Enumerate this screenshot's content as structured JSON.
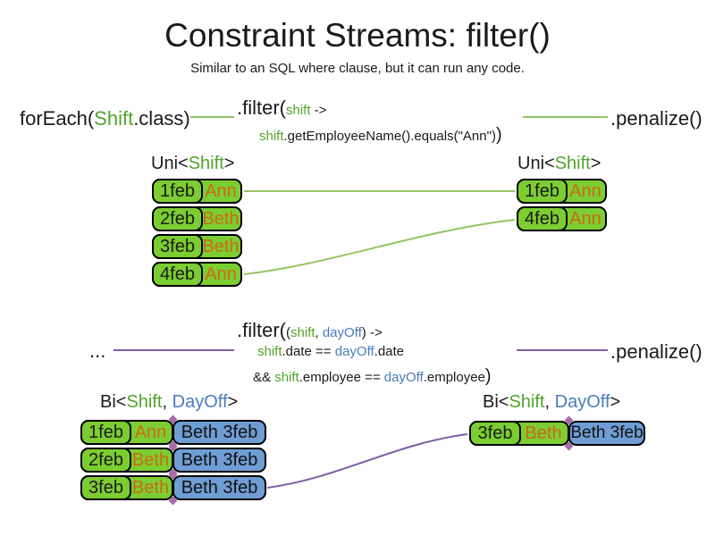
{
  "colors": {
    "text": "#1a1a1a",
    "green_fill": "#7ccd31",
    "green_text": "#52a32a",
    "green_line": "#94c464",
    "orange_text": "#cc6914",
    "blue_text": "#4b7bbd",
    "blue_fill": "#6f9dd4",
    "purple_line": "#7d5fa6",
    "diamond": "#a86ca8"
  },
  "title": "Constraint Streams: filter()",
  "subtitle": "Similar to an SQL where clause, but it can run any code.",
  "section1": {
    "foreach_pre": "forEach(",
    "foreach_type": "Shift",
    "foreach_post": ".class)",
    "filter_method": ".filter(",
    "filter_param": "shift",
    "filter_arrow": " ->",
    "body_var": "shift",
    "body_rest": ".getEmployeeName().equals(\"Ann\")",
    "body_close": ")",
    "penalize": ".penalize()",
    "left_label_pre": "Uni<",
    "left_label_type": "Shift",
    "left_label_post": ">",
    "right_label_pre": "Uni<",
    "right_label_type": "Shift",
    "right_label_post": ">",
    "left_rows": [
      {
        "date": "1feb",
        "name": "Ann"
      },
      {
        "date": "2feb",
        "name": "Beth"
      },
      {
        "date": "3feb",
        "name": "Beth"
      },
      {
        "date": "4feb",
        "name": "Ann"
      }
    ],
    "right_rows": [
      {
        "date": "1feb",
        "name": "Ann"
      },
      {
        "date": "4feb",
        "name": "Ann"
      }
    ]
  },
  "section2": {
    "ellipsis": "...",
    "filter_method": ".filter(",
    "paren_open": "(",
    "param1": "shift",
    "comma": ", ",
    "param2": "dayOff",
    "paren_close": ")",
    "arrow": " ->",
    "body1_var1": "shift",
    "body1_mid": ".date == ",
    "body1_var2": "dayOff",
    "body1_end": ".date",
    "body2_pre": "&& ",
    "body2_var1": "shift",
    "body2_mid": ".employee == ",
    "body2_var2": "dayOff",
    "body2_end": ".employee",
    "body2_close": ")",
    "penalize": ".penalize()",
    "left_label_pre": "Bi<",
    "left_label_type1": "Shift",
    "left_label_comma": ", ",
    "left_label_type2": "DayOff",
    "left_label_post": ">",
    "right_label_pre": "Bi<",
    "right_label_type1": "Shift",
    "right_label_comma": ", ",
    "right_label_type2": "DayOff",
    "right_label_post": ">",
    "left_rows": [
      {
        "date": "1feb",
        "name": "Ann",
        "pair": "Beth 3feb"
      },
      {
        "date": "2feb",
        "name": "Beth",
        "pair": "Beth 3feb"
      },
      {
        "date": "3feb",
        "name": "Beth",
        "pair": "Beth 3feb"
      }
    ],
    "right_rows": [
      {
        "date": "3feb",
        "name": "Beth",
        "pair": "Beth 3feb"
      }
    ]
  }
}
